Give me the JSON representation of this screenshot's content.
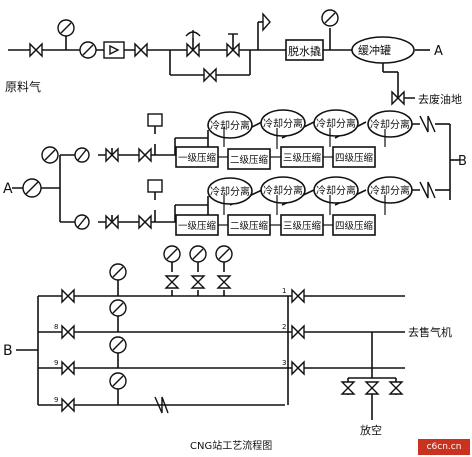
{
  "labels": {
    "raw_gas": "原料气",
    "dehydrator": "脱水撬",
    "buffer_tank": "缓冲罐",
    "to_waste_oil": "去废油地",
    "cooling_separation": "冷却分离",
    "stage1": "一级压缩",
    "stage2": "二级压缩",
    "stage3": "三级压缩",
    "stage4": "四级压缩",
    "to_dispenser": "去售气机",
    "vent": "放空",
    "caption": "CNG站工艺流程图",
    "node_a": "A",
    "node_b": "B"
  },
  "branch_numbers": [
    "1",
    "2",
    "3"
  ],
  "manifold_numbers": [
    "8",
    "9",
    "9"
  ],
  "watermark": "c6cn.cn"
}
